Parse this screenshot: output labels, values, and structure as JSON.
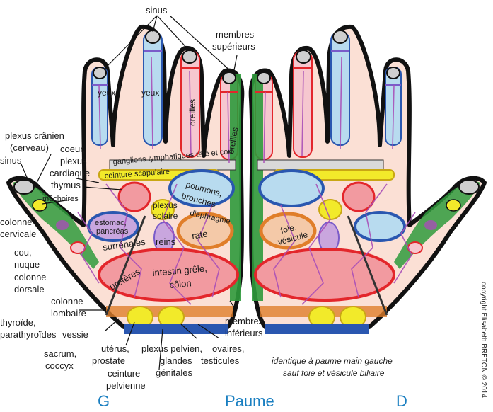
{
  "labels": {
    "sinus_top": "sinus",
    "membres_superieurs_1": "membres",
    "membres_superieurs_2": "supérieurs",
    "yeux_1": "yeux",
    "yeux_2": "yeux",
    "oreilles_1": "oreilles",
    "oreilles_2": "oreilles",
    "plexus_cranien_1": "plexus crânien",
    "plexus_cranien_2": "(cerveau)",
    "sinus_left": "sinus",
    "coeur_1": "coeur,",
    "coeur_2": "plexus",
    "coeur_3": "cardiaque",
    "ganglions": "ganglions lymphatiques tête et cou",
    "ceinture_scapulaire": "ceinture scapulaire",
    "thymus": "thymus",
    "machoires": "mâchoires",
    "poumons_1": "poumons,",
    "poumons_2": "bronches",
    "plexus_solaire_1": "plexus",
    "plexus_solaire_2": "solaire",
    "diaphragme": "diaphragme",
    "estomac_1": "estomac,",
    "estomac_2": "pancréas",
    "rate": "rate",
    "colonne_cervicale_1": "colonne",
    "colonne_cervicale_2": "cervicale",
    "surrenales": "surrénales",
    "reins": "reins",
    "cou_1": "cou,",
    "cou_2": "nuque",
    "colonne_dorsale_1": "colonne",
    "colonne_dorsale_2": "dorsale",
    "ureteres": "uretères",
    "intestin_1": "intestin grêle,",
    "intestin_2": "côlon",
    "colonne_lombaire_1": "colonne",
    "colonne_lombaire_2": "lombaire",
    "thyroide_1": "thyroïde,",
    "thyroide_2": "parathyroïdes",
    "vessie": "vessie",
    "membres_inferieurs_1": "membres",
    "membres_inferieurs_2": "inférieurs",
    "sacrum_1": "sacrum,",
    "sacrum_2": "coccyx",
    "uterus_1": "utérus,",
    "uterus_2": "prostate",
    "ceinture_pelvienne_1": "ceinture",
    "ceinture_pelvienne_2": "pelvienne",
    "plexus_pelvien_1": "plexus pelvien,",
    "plexus_pelvien_2": "glandes",
    "plexus_pelvien_3": "génitales",
    "ovaires_1": "ovaires,",
    "ovaires_2": "testicules",
    "foie_1": "foie,",
    "foie_2": "vésicule",
    "note_1": "identique à paume main gauche",
    "note_2": "sauf foie et vésicule biliaire",
    "left_hand": "G",
    "palm": "Paume",
    "right_hand": "D",
    "copyright": "copyright Elisabeth BRETON © 2014"
  },
  "colors": {
    "outline": "#111111",
    "skin": "#fbe0d5",
    "finger_blue": "#b8dbef",
    "finger_pink": "#f6c7cf",
    "vein": "#a84fb7",
    "red": "#e3262b",
    "blue": "#2a57b0",
    "yellow": "#f2ea2a",
    "green": "#2f9a3c",
    "orange": "#e07e2a",
    "accent_text": "#1a7fc1"
  }
}
